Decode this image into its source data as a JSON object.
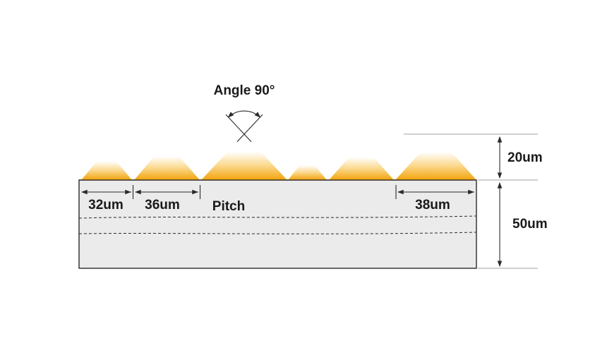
{
  "title": "Prism film cross-section diagram",
  "labels": {
    "angle": "Angle 90°",
    "dim_32": "32um",
    "dim_36": "36um",
    "pitch": "Pitch",
    "dim_38": "38um",
    "dim_20": "20um",
    "dim_50": "50um"
  },
  "colors": {
    "background": "#FFFFFF",
    "prism_orange": "#F2A30B",
    "prism_mid": "#FBD98E",
    "prism_tip": "#FFFFFF",
    "substrate_fill": "#EBEBEB",
    "line": "#2A2A2A",
    "ext_line": "#A0A0A0",
    "text": "#1A1A1A"
  }
}
